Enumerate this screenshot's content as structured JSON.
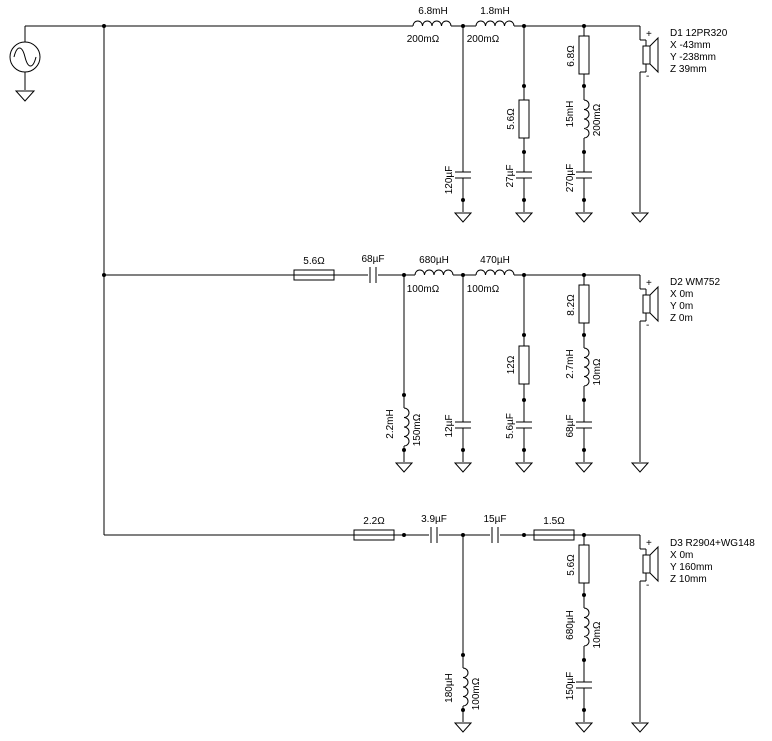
{
  "drivers": [
    {
      "name": "D1 12PR320",
      "x": "X -43mm",
      "y": "Y -238mm",
      "z": "Z 39mm"
    },
    {
      "name": "D2 WM752",
      "x": "X 0m",
      "y": "Y 0m",
      "z": "Z 0m"
    },
    {
      "name": "D3 R2904+WG148",
      "x": "X 0m",
      "y": "Y 160mm",
      "z": "Z 10mm"
    }
  ],
  "polarity": {
    "plus": "+",
    "minus": "-"
  },
  "branch1": {
    "l1": {
      "value": "6.8mH",
      "dcr": "200mΩ"
    },
    "l2": {
      "value": "1.8mH",
      "dcr": "200mΩ"
    },
    "c1": "120µF",
    "r1": "5.6Ω",
    "c2": "27µF",
    "r2": "6.8Ω",
    "l3": {
      "value": "15mH",
      "dcr": "200mΩ"
    },
    "c3": "270µF"
  },
  "branch2": {
    "rs": "5.6Ω",
    "cs": "68µF",
    "l1": {
      "value": "680µH",
      "dcr": "100mΩ"
    },
    "l2": {
      "value": "470µH",
      "dcr": "100mΩ"
    },
    "lsh": {
      "value": "2.2mH",
      "dcr": "150mΩ"
    },
    "c1": "12µF",
    "r1": "12Ω",
    "c2": "5.6µF",
    "r2": "8.2Ω",
    "l3": {
      "value": "2.7mH",
      "dcr": "10mΩ"
    },
    "c3": "68µF"
  },
  "branch3": {
    "rs": "2.2Ω",
    "c1": "3.9µF",
    "c2": "15µF",
    "r2": "1.5Ω",
    "lsh": {
      "value": "180µH",
      "dcr": "100mΩ"
    },
    "r3": "5.6Ω",
    "l3": {
      "value": "680µH",
      "dcr": "10mΩ"
    },
    "c3": "150µF"
  }
}
